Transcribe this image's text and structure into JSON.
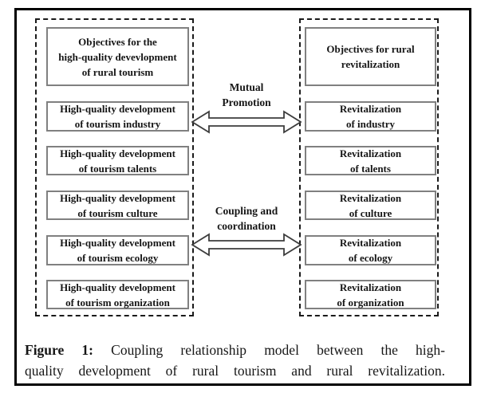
{
  "colors": {
    "background": "#ffffff",
    "frame_border": "#000000",
    "dashed_border": "#1a1a1a",
    "box_border": "#808080",
    "arrow_outline": "#3d3d3d",
    "text": "#161616"
  },
  "left_panel": {
    "boxes": [
      {
        "lines": [
          "Objectives for the",
          "high-quality devevlopment",
          "of rural tourism"
        ]
      },
      {
        "lines": [
          "High-quality development",
          "of tourism industry"
        ]
      },
      {
        "lines": [
          "High-quality development",
          "of tourism talents"
        ]
      },
      {
        "lines": [
          "High-quality development",
          "of tourism culture"
        ]
      },
      {
        "lines": [
          "High-quality development",
          "of tourism ecology"
        ]
      },
      {
        "lines": [
          "High-quality development",
          "of tourism organization"
        ]
      }
    ]
  },
  "right_panel": {
    "boxes": [
      {
        "lines": [
          "Objectives for rural",
          "revitalization"
        ]
      },
      {
        "lines": [
          "Revitalization",
          "of industry"
        ]
      },
      {
        "lines": [
          "Revitalization",
          "of talents"
        ]
      },
      {
        "lines": [
          "Revitalization",
          "of culture"
        ]
      },
      {
        "lines": [
          "Revitalization",
          "of ecology"
        ]
      },
      {
        "lines": [
          "Revitalization",
          "of organization"
        ]
      }
    ]
  },
  "connectors": [
    {
      "label_lines": [
        "Mutual",
        "Promotion"
      ]
    },
    {
      "label_lines": [
        "Coupling and",
        "coordination"
      ]
    }
  ],
  "caption": {
    "label": "Figure 1:",
    "line1_rest": "Coupling relationship model between the high-",
    "line2": "quality development of rural tourism and rural revitalization."
  }
}
